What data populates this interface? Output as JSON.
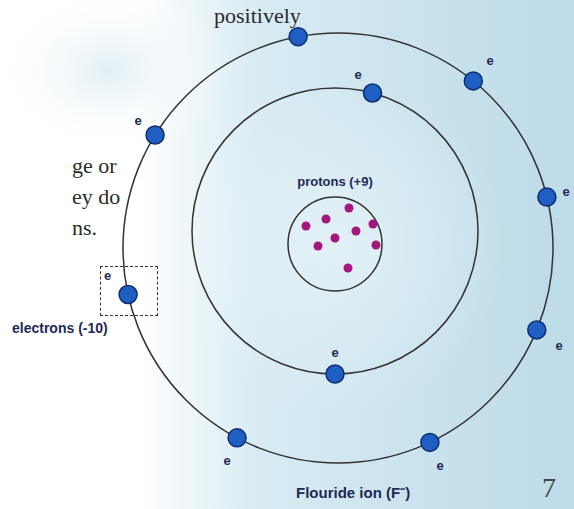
{
  "diagram": {
    "caption": "Flouride ion (F⁻)",
    "nodes": [
      {
        "text": [
          "protons (+9)"
        ]
      },
      {
        "text": [
          "e"
        ]
      }
    ],
    "labels": [
      "positively",
      "e",
      "e",
      "e",
      "ge or",
      "e",
      "ey do",
      "ns.",
      "electrons (-10)",
      "e",
      "e",
      "e",
      "e",
      "7"
    ]
  }
}
